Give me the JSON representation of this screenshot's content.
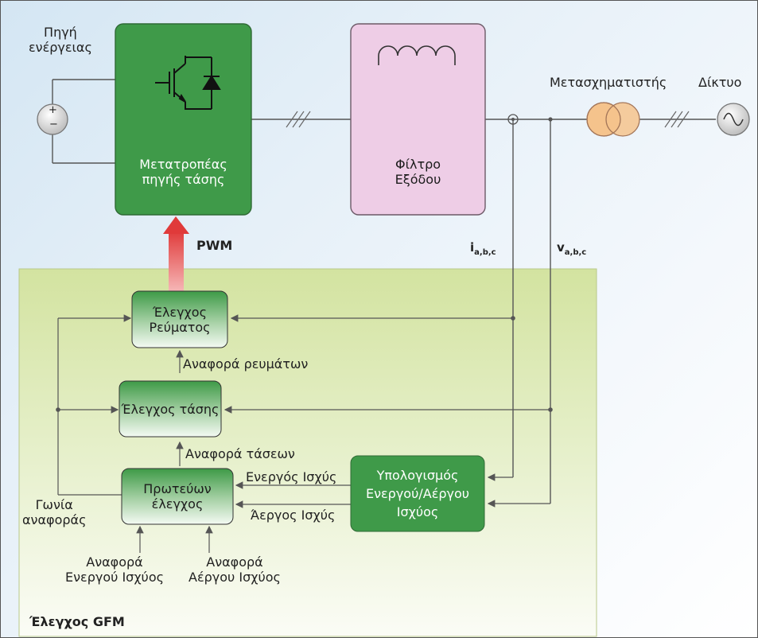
{
  "source": {
    "label_line1": "Πηγή",
    "label_line2": "ενέργειας",
    "symbol_plus": "+",
    "symbol_minus": "−"
  },
  "converter": {
    "line1": "Μετατροπέας",
    "line2": "πηγής τάσης",
    "icon": "igbt-icon"
  },
  "filter": {
    "line1": "Φίλτρο",
    "line2": "Εξόδου",
    "icon": "inductor-icon"
  },
  "transformer": {
    "label": "Μετασχηματιστής",
    "icon": "transformer-icon"
  },
  "grid": {
    "label": "Δίκτυο",
    "icon": "ac-source-icon"
  },
  "signals": {
    "pwm": "PWM",
    "current_main": "i",
    "current_sub": "a,b,c",
    "voltage_main": "v",
    "voltage_sub": "a,b,c"
  },
  "control": {
    "title": "Έλεγχος GFM",
    "current_ctrl": {
      "line1": "Έλεγχος",
      "line2": "Ρεύματος"
    },
    "current_ref": "Αναφορά ρευμάτων",
    "voltage_ctrl": "Έλεγχος τάσης",
    "voltage_ref": "Αναφορά τάσεων",
    "primary_ctrl": {
      "line1": "Πρωτεύων",
      "line2": "έλεγχος"
    },
    "power_calc": {
      "line1": "Υπολογισμός",
      "line2": "Ενεργού/Αέργου",
      "line3": "Ισχύος"
    },
    "active_power": "Ενεργός Ισχύς",
    "reactive_power": "Άεργος Ισχύς",
    "angle_ref": {
      "line1": "Γωνία",
      "line2": "αναφοράς"
    },
    "active_ref": {
      "line1": "Αναφορά",
      "line2": "Ενεργού Ισχύος"
    },
    "reactive_ref": {
      "line1": "Αναφορά",
      "line2": "Αέργου Ισχύος"
    }
  },
  "colors": {
    "converter": "#3f9a49",
    "filter": "#eecde6",
    "transformer": "#f5c38c",
    "control_panel": "#d7e6a5",
    "pwm_arrow": "#e04848"
  }
}
